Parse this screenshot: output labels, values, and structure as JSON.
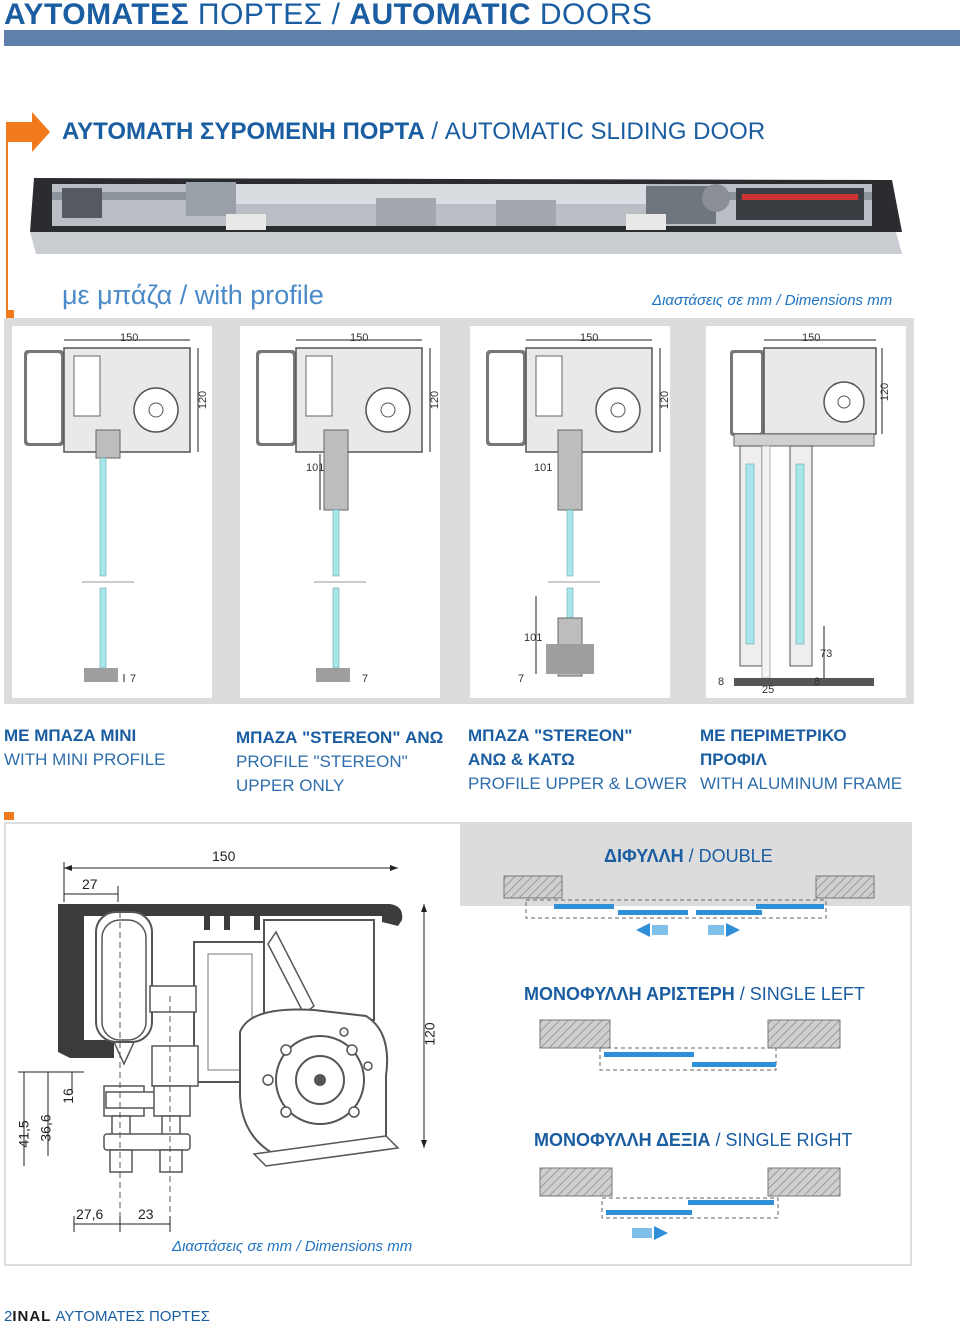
{
  "header": {
    "title_greek": "ΑΥΤΟΜΑΤΕΣ",
    "title_rest": "ΠΟΡΤΕΣ / ",
    "title_bold_en": "AUTOMATIC",
    "title_end": " DOORS"
  },
  "section": {
    "title_greek": "ΑΥΤΟΜΑΤΗ ΣΥΡΟΜΕΝΗ ΠΟΡΤΑ",
    "title_en": " / AUTOMATIC SLIDING DOOR",
    "subtitle": "με μπάζα / with profile",
    "dimensions_note_greek": "Διαστάσεις σε  mm",
    "dimensions_note_en": " / Dimensions mm"
  },
  "variants": [
    {
      "caption_greek": "ΜΕ ΜΠΑΖΑ MINI",
      "caption_en": "WITH MINI PROFILE",
      "dims": {
        "width": "150",
        "height": "120",
        "bottom": "7"
      }
    },
    {
      "caption_greek": "ΜΠΑΖΑ \"STEREON\" ΑΝΩ",
      "caption_en_1": "PROFILE \"STEREON\"",
      "caption_en_2": "UPPER ONLY",
      "dims": {
        "width": "150",
        "height": "120",
        "mid": "101",
        "bottom": "7"
      }
    },
    {
      "caption_greek_1": "ΜΠΑΖΑ \"STEREON\"",
      "caption_greek_2": "ΑΝΩ & ΚΑΤΩ",
      "caption_en": "PROFILE UPPER & LOWER",
      "dims": {
        "width": "150",
        "height": "120",
        "mid": "101",
        "lower": "101",
        "bottom": "7"
      }
    },
    {
      "caption_greek_1": "ΜΕ ΠΕΡΙΜΕΤΡΙΚΟ",
      "caption_greek_2": "ΠΡΟΦΙΛ",
      "caption_en": "WITH ALUMINUM FRAME",
      "dims": {
        "width": "150",
        "height": "120",
        "side": "73",
        "left": "8",
        "center": "25",
        "right": "8"
      }
    }
  ],
  "detail": {
    "dims": {
      "width": "150",
      "left_offset": "27",
      "height": "120",
      "d16": "16",
      "d36": "36,6",
      "d41": "41,5",
      "d27": "27,6",
      "d23": "23"
    },
    "dimensions_note_greek": "Διαστάσεις σε  mm",
    "dimensions_note_en": " / Dimensions mm"
  },
  "configs": [
    {
      "label_greek": "ΔΙΦΥΛΛΗ",
      "label_en": " / DOUBLE"
    },
    {
      "label_greek": "ΜΟΝΟΦΥΛΛΗ ΑΡΙΣΤΕΡΗ",
      "label_en": " / SINGLE LEFT"
    },
    {
      "label_greek": "ΜΟΝΟΦΥΛΛΗ ΔΕΞΙΑ",
      "label_en": " / SINGLE RIGHT"
    }
  ],
  "footer": {
    "page": "2",
    "brand": "INAL",
    "text": " ΑΥΤΟΜΑΤΕΣ ΠΟΡΤΕΣ"
  },
  "colors": {
    "brand_blue": "#1a5da1",
    "bar": "#5f80ab",
    "accent_orange": "#f07a1c",
    "panel_grey": "#dcdcdc",
    "glass": "#a9e6ec"
  }
}
